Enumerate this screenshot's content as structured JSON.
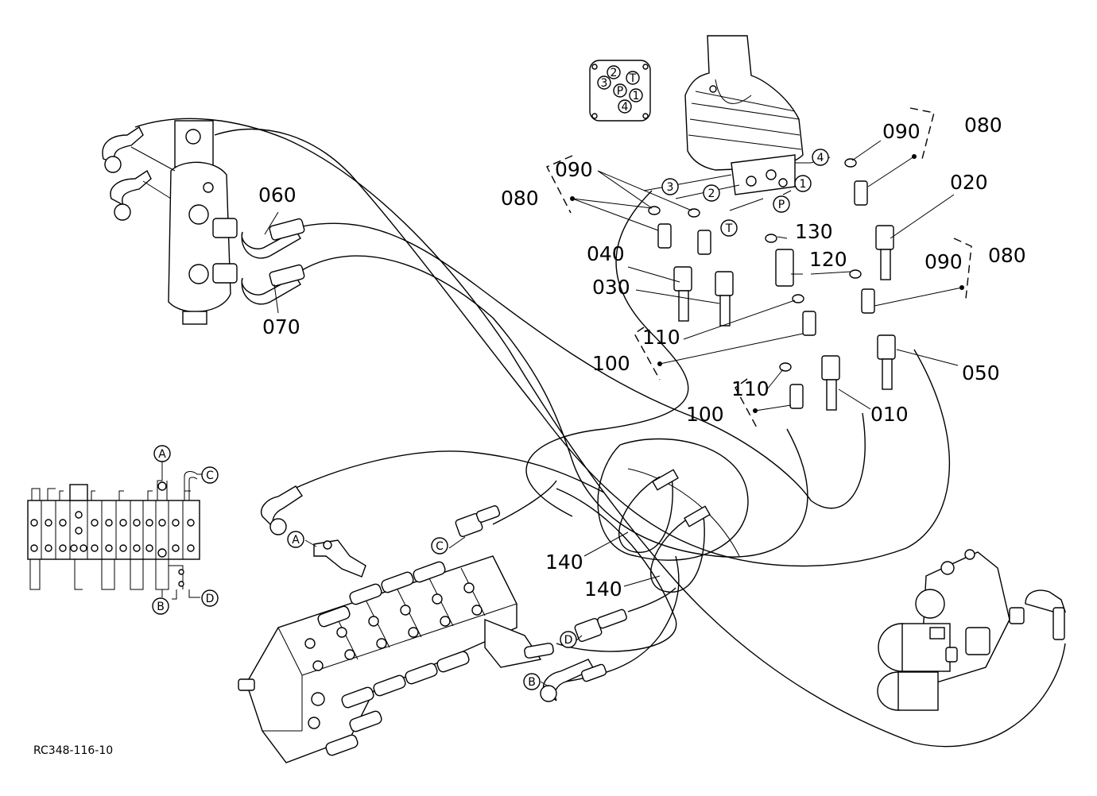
{
  "part_labels": {
    "p010": "010",
    "p020": "020",
    "p030": "030",
    "p040": "040",
    "p050": "050",
    "p060": "060",
    "p070": "070",
    "p080a": "080",
    "p080b": "080",
    "p080c": "080",
    "p090a": "090",
    "p090b": "090",
    "p090c": "090",
    "p100a": "100",
    "p100b": "100",
    "p110a": "110",
    "p110b": "110",
    "p120": "120",
    "p130": "130",
    "p140a": "140",
    "p140b": "140"
  },
  "port_labels": {
    "port1": "1",
    "port2": "2",
    "port3": "3",
    "port4": "4",
    "portP": "P",
    "portT": "T"
  },
  "connection_labels": {
    "A": "A",
    "B": "B",
    "C": "C",
    "D": "D"
  },
  "inset_ports": [
    "2",
    "T",
    "3",
    "P",
    "1",
    "4"
  ],
  "reference_code": "RC348-116-10"
}
